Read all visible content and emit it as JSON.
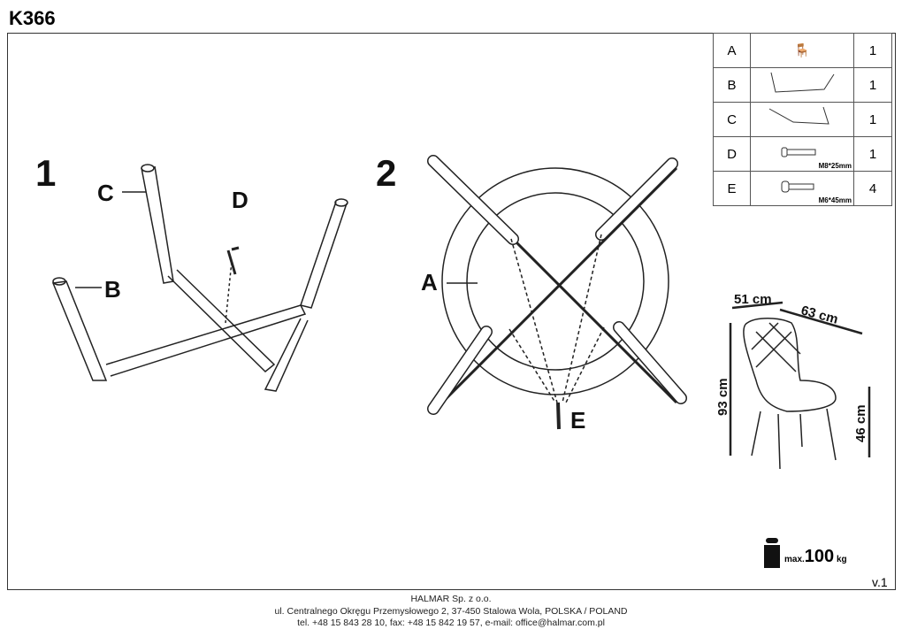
{
  "title": "K366",
  "steps": {
    "step1": "1",
    "step2": "2"
  },
  "labels": {
    "a": "A",
    "b": "B",
    "c": "C",
    "d": "D",
    "e": "E"
  },
  "parts": [
    {
      "letter": "A",
      "qty": "1",
      "spec": ""
    },
    {
      "letter": "B",
      "qty": "1",
      "spec": ""
    },
    {
      "letter": "C",
      "qty": "1",
      "spec": ""
    },
    {
      "letter": "D",
      "qty": "1",
      "spec": "M8*25mm"
    },
    {
      "letter": "E",
      "qty": "4",
      "spec": "M6*45mm"
    }
  ],
  "dimensions": {
    "width": "51 cm",
    "depth": "63 cm",
    "height": "93 cm",
    "seat_height": "46 cm"
  },
  "max_load": {
    "prefix": "max.",
    "value": "100",
    "unit": "kg"
  },
  "version": "v.1",
  "footer": {
    "company": "HALMAR Sp. z o.o.",
    "address": "ul. Centralnego Okręgu Przemysłowego 2, 37-450 Stalowa Wola, POLSKA / POLAND",
    "contact": "tel. +48 15 843 28 10, fax: +48 15 842 19 57, e-mail: office@halmar.com.pl"
  }
}
